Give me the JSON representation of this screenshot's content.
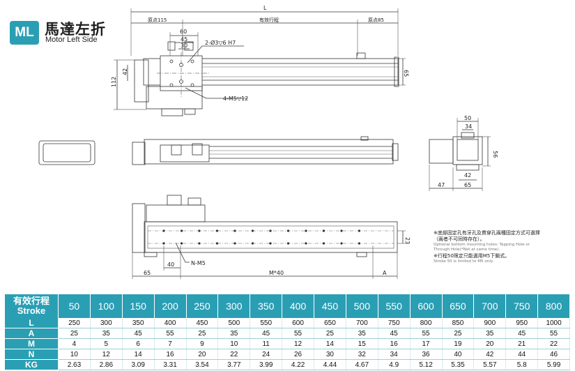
{
  "header": {
    "badge": "ML",
    "title_zh": "馬達左折",
    "title_en": "Motor Left Side"
  },
  "top_view": {
    "dim_L": "L",
    "origin_left": "原点115",
    "stroke_zh": "有效行程",
    "origin_right": "原点85",
    "dim_60": "60",
    "dim_45": "45",
    "dim_30": "30",
    "hole_note": "2-Ø3▽6  H7",
    "dim_42": "42",
    "dim_112": "112",
    "dim_65": "65",
    "screw_note": "4-M5▽12"
  },
  "end_view": {
    "dim_50": "50",
    "dim_34": "34",
    "dim_56": "56",
    "dim_42": "42",
    "dim_47": "47",
    "dim_65": "65"
  },
  "bottom_view": {
    "dim_23": "23",
    "dim_40": "40",
    "n_m5": "N-M5",
    "dim_65": "65",
    "m40": "M*40",
    "dim_A": "A"
  },
  "notes": {
    "zh1": "※底部固定孔有牙孔及貫穿孔兩種固定方式可選擇（兩者不可同時存在）。",
    "en1": "Optional bottom mounting holes: Tapping Hole or Through Hole(*Not at same time).",
    "zh2": "※行程50限定只能選用M5下鎖式。",
    "en2": "Stroke 50 is limited to M5 only."
  },
  "spec_table": {
    "head_zh": "有效行程",
    "head_en": "Stroke",
    "strokes": [
      "50",
      "100",
      "150",
      "200",
      "250",
      "300",
      "350",
      "400",
      "450",
      "500",
      "550",
      "600",
      "650",
      "700",
      "750",
      "800"
    ],
    "rows": [
      {
        "label": "L",
        "values": [
          "250",
          "300",
          "350",
          "400",
          "450",
          "500",
          "550",
          "600",
          "650",
          "700",
          "750",
          "800",
          "850",
          "900",
          "950",
          "1000"
        ]
      },
      {
        "label": "A",
        "values": [
          "25",
          "35",
          "45",
          "55",
          "25",
          "35",
          "45",
          "55",
          "25",
          "35",
          "45",
          "55",
          "25",
          "35",
          "45",
          "55"
        ]
      },
      {
        "label": "M",
        "values": [
          "4",
          "5",
          "6",
          "7",
          "9",
          "10",
          "11",
          "12",
          "14",
          "15",
          "16",
          "17",
          "19",
          "20",
          "21",
          "22"
        ]
      },
      {
        "label": "N",
        "values": [
          "10",
          "12",
          "14",
          "16",
          "20",
          "22",
          "24",
          "26",
          "30",
          "32",
          "34",
          "36",
          "40",
          "42",
          "44",
          "46"
        ]
      },
      {
        "label": "KG",
        "values": [
          "2.63",
          "2.86",
          "3.09",
          "3.31",
          "3.54",
          "3.77",
          "3.99",
          "4.22",
          "4.44",
          "4.67",
          "4.9",
          "5.12",
          "5.35",
          "5.57",
          "5.8",
          "5.99"
        ]
      }
    ]
  },
  "colors": {
    "accent": "#2a9fb4",
    "line": "#333333"
  }
}
